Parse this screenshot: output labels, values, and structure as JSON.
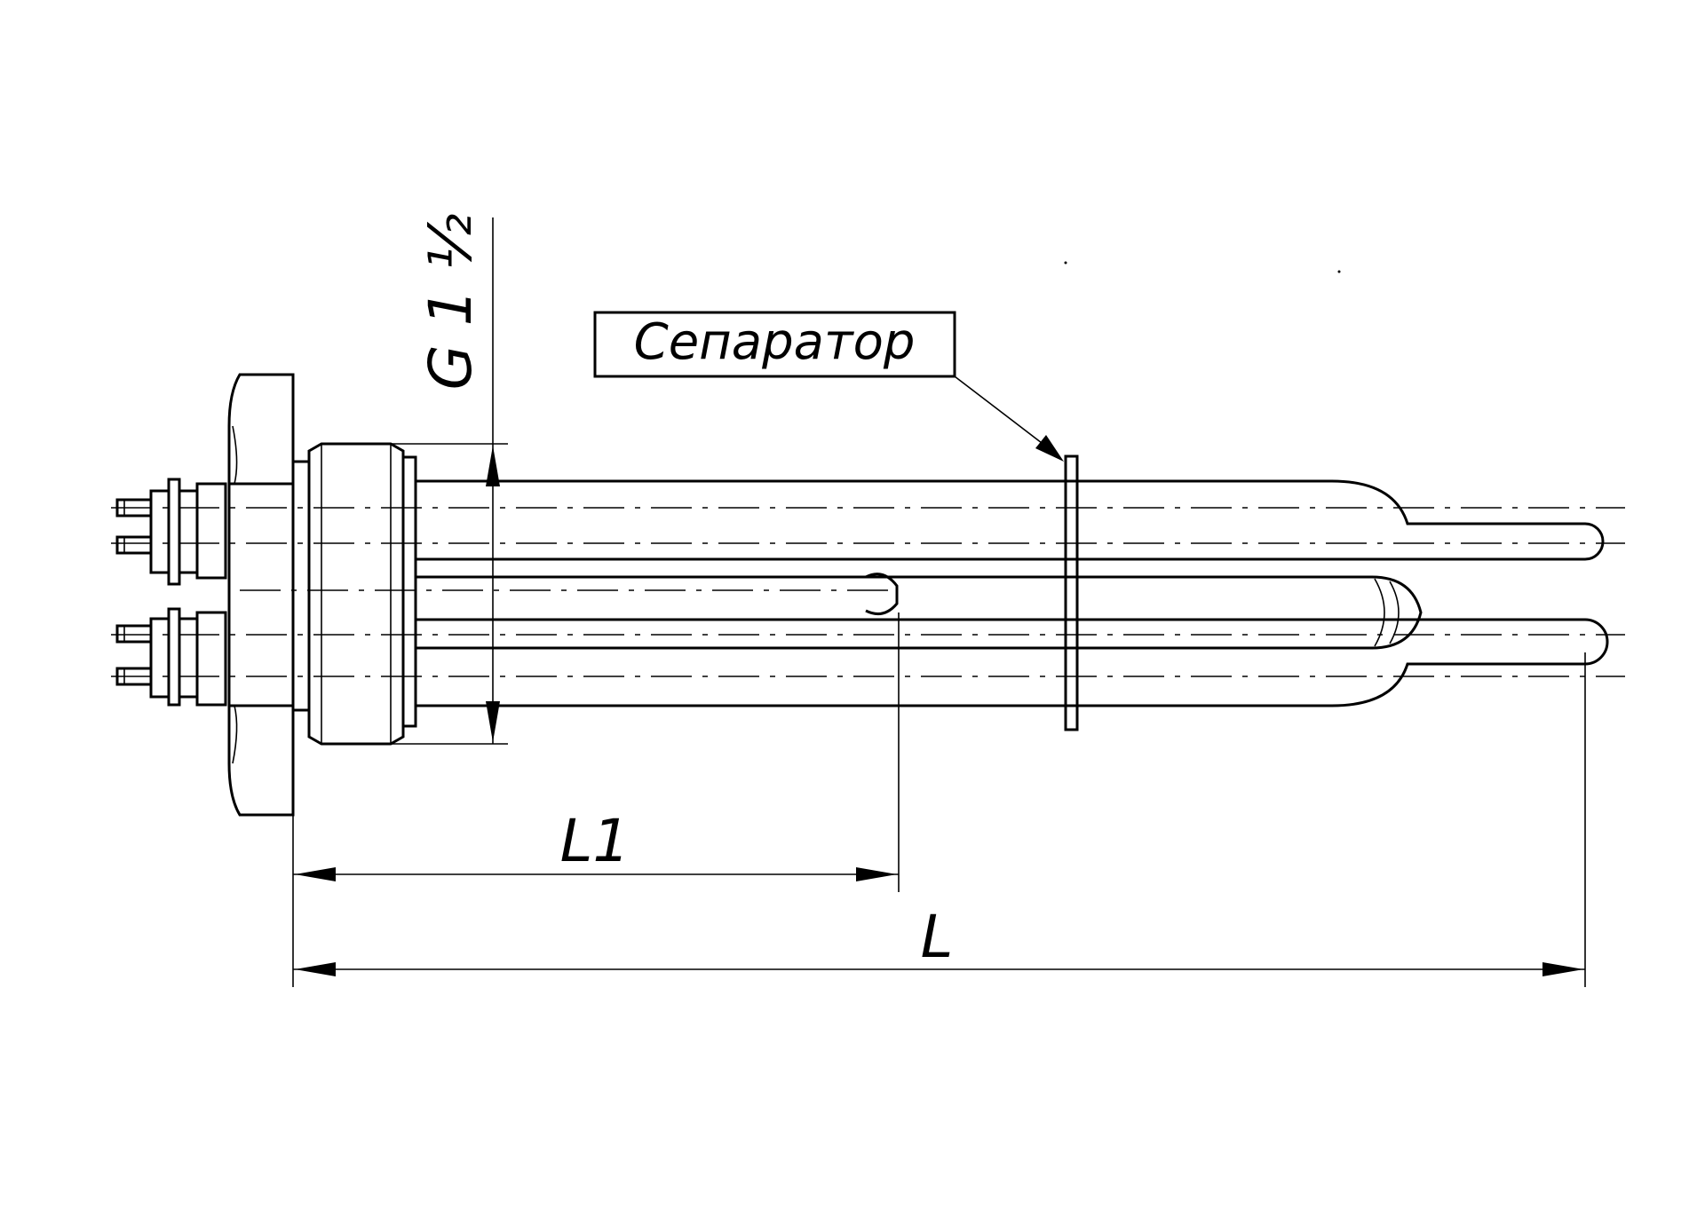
{
  "labels": {
    "separator": "Сепаратор",
    "thread": "G 1 ½",
    "dim_l1": "L1",
    "dim_l": "L"
  },
  "colors": {
    "line": "#000000",
    "background": "#ffffff"
  }
}
